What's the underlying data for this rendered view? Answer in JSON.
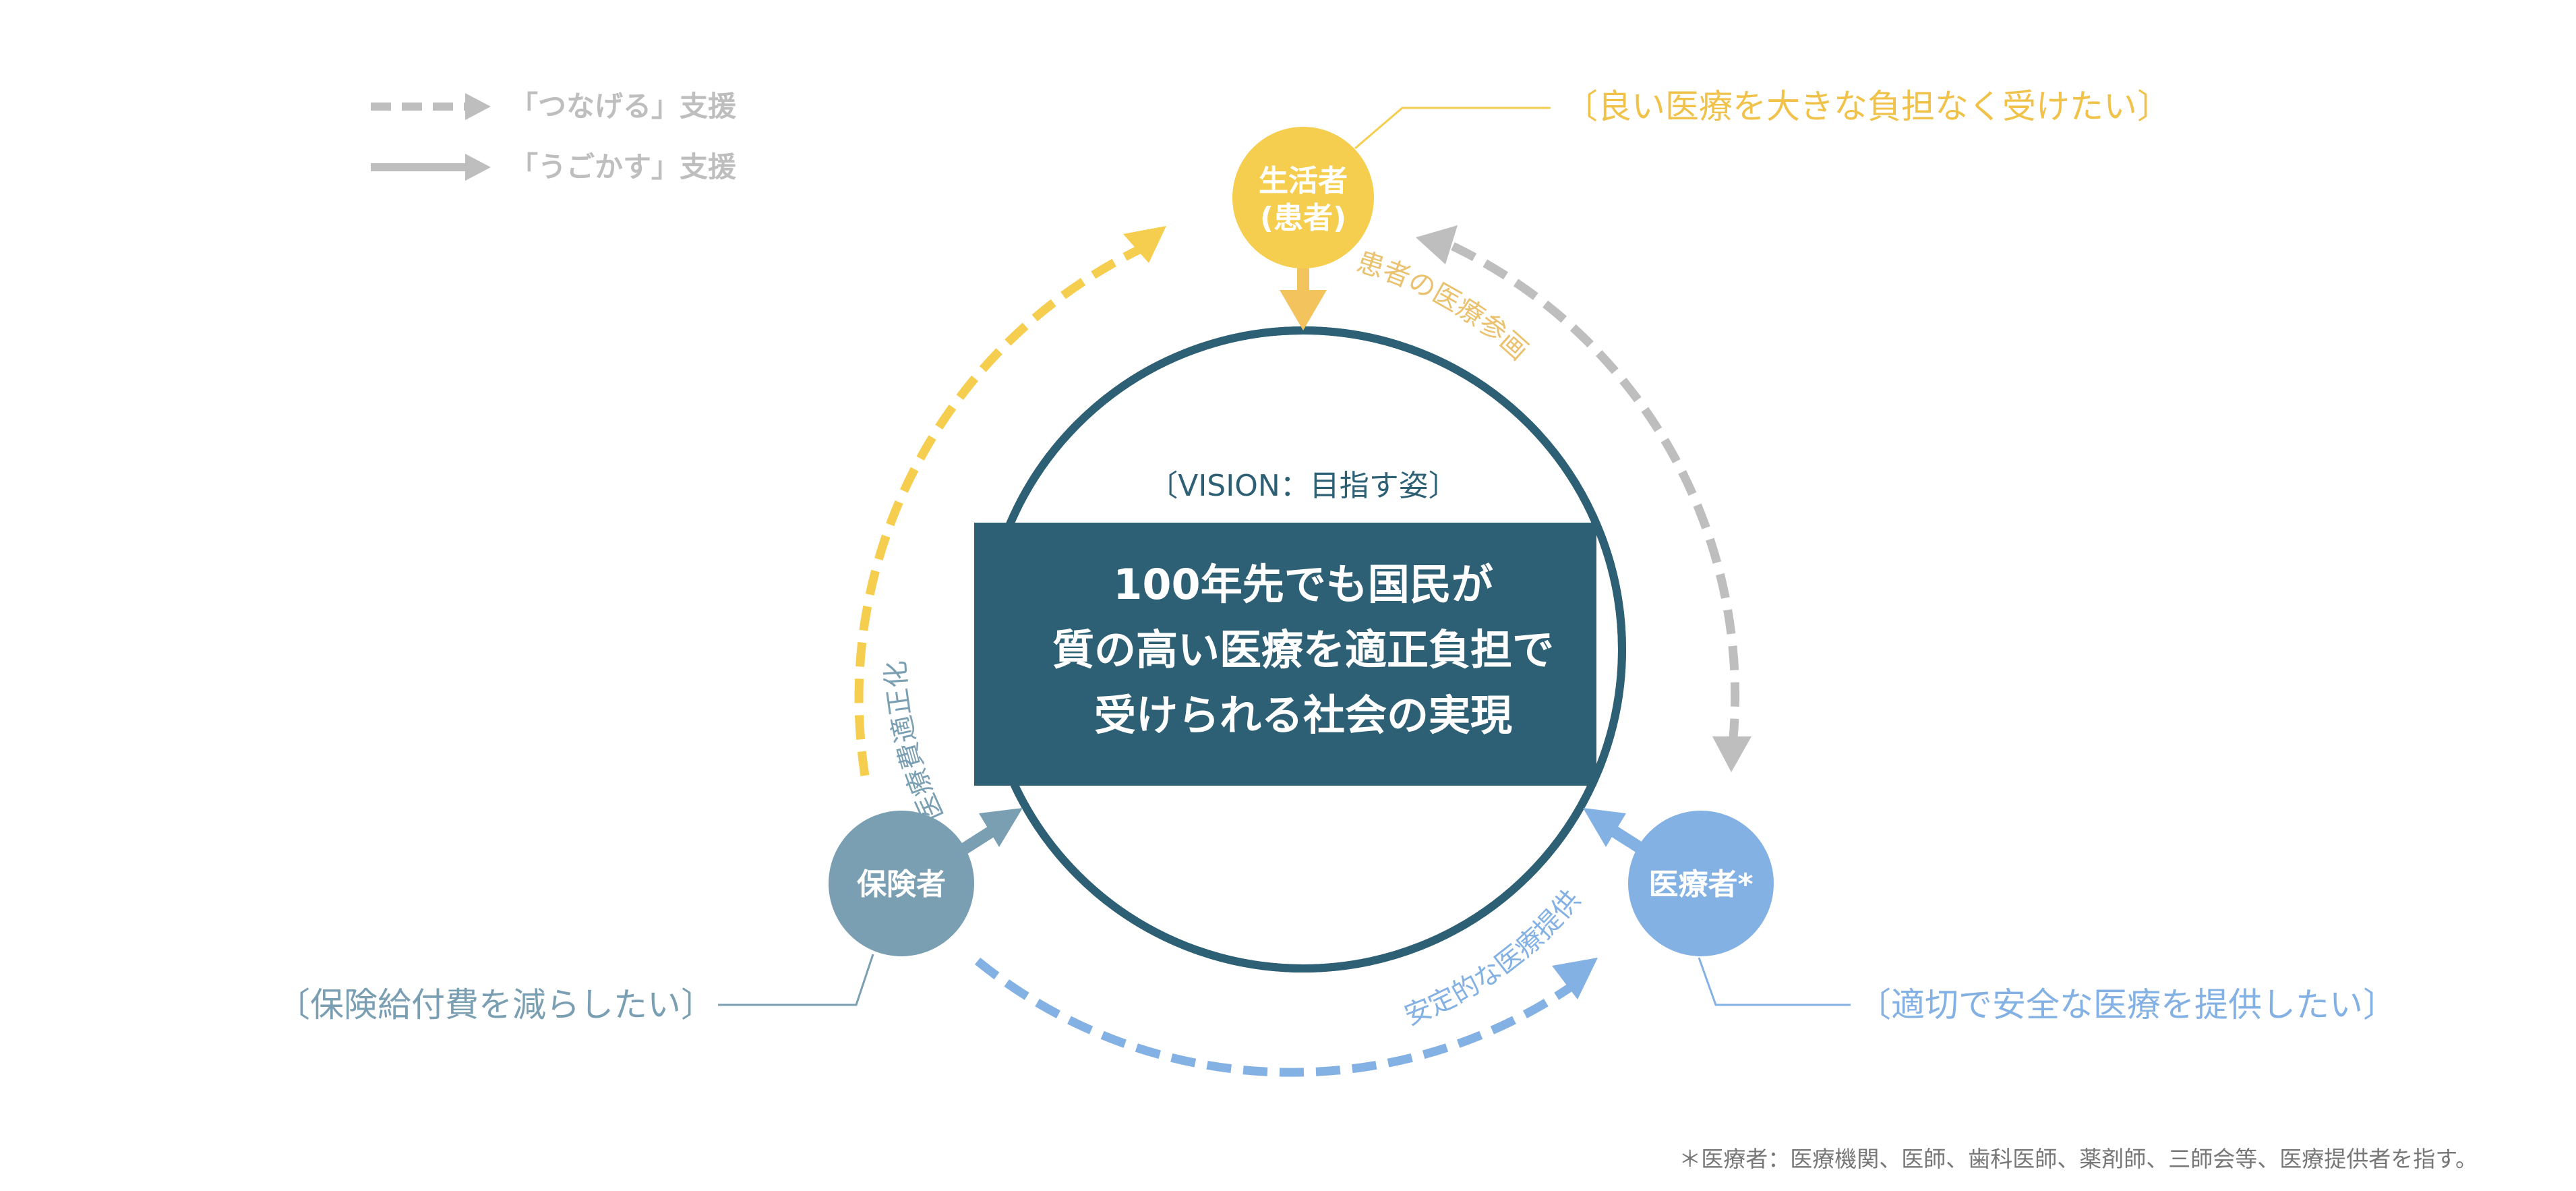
{
  "legend": {
    "dashed_label": "「つなげる」支援",
    "solid_label": "「うごかす」支援"
  },
  "nodes": {
    "patient": {
      "label_line1": "生活者",
      "label_line2": "(患者)",
      "desire": "〔良い医療を大きな負担なく受けたい〕"
    },
    "insurer": {
      "label": "保険者",
      "desire": "〔保険給付費を減らしたい〕"
    },
    "provider": {
      "label": "医療者*",
      "desire": "〔適切で安全な医療を提供したい〕"
    }
  },
  "vision": {
    "header": "〔VISION：目指す姿〕",
    "line1": "100年先でも国民が",
    "line2": "質の高い医療を適正負担で",
    "line3": "受けられる社会の実現"
  },
  "arc_labels": {
    "patient_participation": "患者の医療参画",
    "cost_optimization": "医療費適正化",
    "stable_provision": "安定的な医療提供"
  },
  "footnote": "＊医療者：医療機関、医師、歯科医師、薬剤師、三師会等、医療提供者を指す。",
  "colors": {
    "patient": "#F6CE4F",
    "patient_text": "#EAC16E",
    "insurer": "#7A9FB2",
    "provider": "#84B1E4",
    "vision": "#2E6075",
    "legend_gray": "#BEBEBE"
  }
}
